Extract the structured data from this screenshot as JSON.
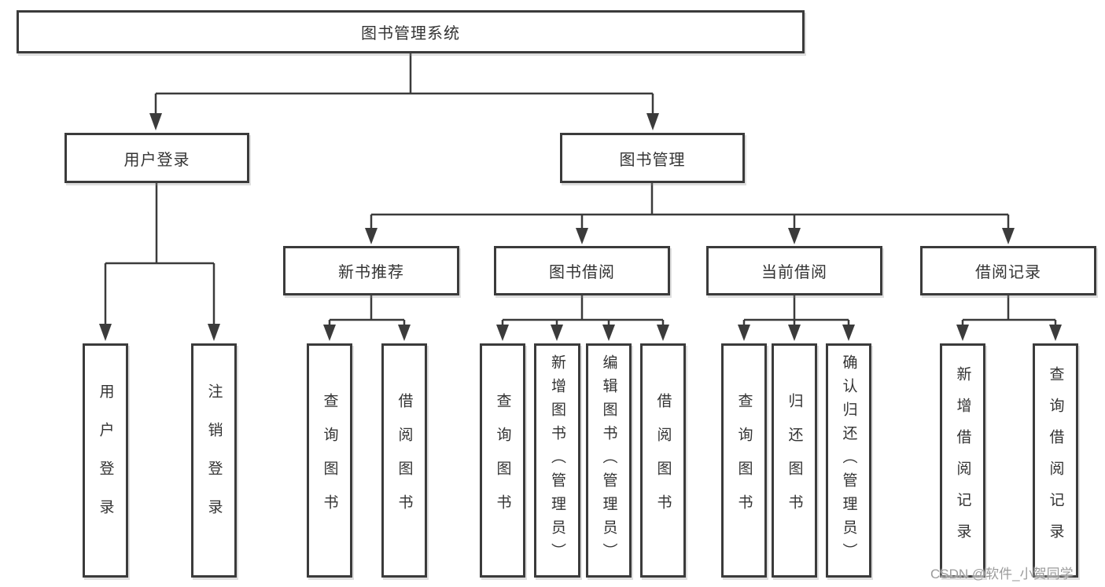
{
  "tree": {
    "root": "图书管理系统",
    "branches": [
      {
        "label": "用户登录",
        "children": [
          "用户登录",
          "注销登录"
        ]
      },
      {
        "label": "图书管理",
        "groups": [
          {
            "label": "新书推荐",
            "children": [
              "查询图书",
              "借阅图书"
            ]
          },
          {
            "label": "图书借阅",
            "children": [
              "查询图书",
              "新增图书（管理员）",
              "编辑图书（管理员）",
              "借阅图书"
            ]
          },
          {
            "label": "当前借阅",
            "children": [
              "查询图书",
              "归还图书",
              "确认归还（管理员）"
            ]
          },
          {
            "label": "借阅记录",
            "children": [
              "新增借阅记录",
              "查询借阅记录"
            ]
          }
        ]
      }
    ]
  },
  "watermark": "CSDN @软件_小贺同学",
  "colors": {
    "line": "#3b3b3b",
    "text": "#333333",
    "background": "#ffffff",
    "watermark": "#9b9b9b"
  }
}
